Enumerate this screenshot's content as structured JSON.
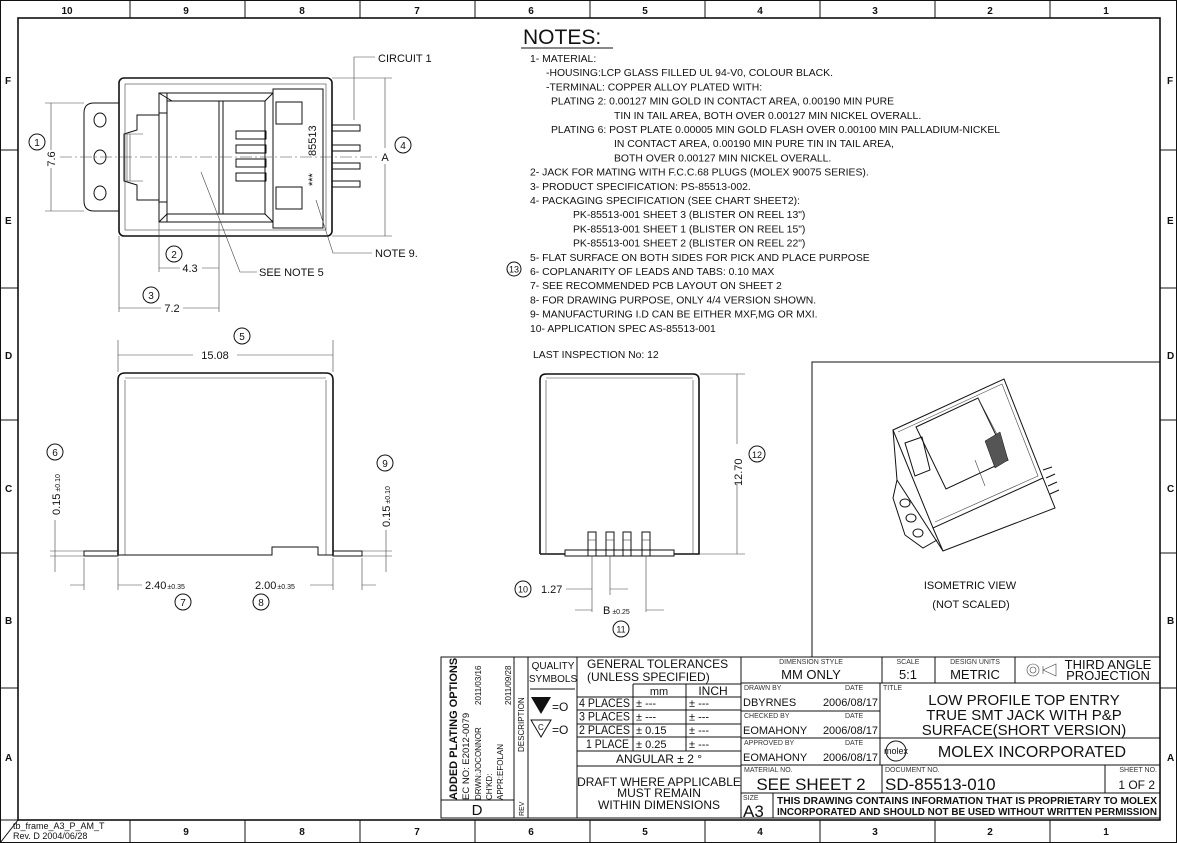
{
  "frame": {
    "top_zones": [
      "10",
      "9",
      "8",
      "7",
      "6",
      "5",
      "4",
      "3",
      "2",
      "1"
    ],
    "bottom_zones": [
      "9",
      "8",
      "7",
      "6",
      "5",
      "4",
      "3",
      "2",
      "1"
    ],
    "row_letters": [
      "F",
      "E",
      "D",
      "C",
      "B",
      "A"
    ],
    "template_name": "tb_frame_A3_P_AM_T",
    "template_rev": "Rev. D 2004/06/28"
  },
  "notes": {
    "title": "NOTES:",
    "lines": [
      "1- MATERIAL:",
      "-HOUSING:LCP GLASS FILLED UL 94-V0, COLOUR BLACK.",
      "-TERMINAL: COPPER ALLOY PLATED WITH:",
      "PLATING 2: 0.00127 MIN GOLD IN CONTACT AREA, 0.00190 MIN PURE",
      "TIN IN TAIL AREA, BOTH OVER 0.00127 MIN NICKEL OVERALL.",
      "PLATING 6: POST PLATE 0.00005 MIN GOLD FLASH OVER 0.00100 MIN PALLADIUM-NICKEL",
      "IN CONTACT AREA, 0.00190 MIN PURE TIN IN TAIL AREA,",
      "BOTH OVER 0.00127 MIN NICKEL OVERALL.",
      "2- JACK FOR MATING WITH F.C.C.68 PLUGS (MOLEX 90075 SERIES).",
      "3- PRODUCT SPECIFICATION: PS-85513-002.",
      "4- PACKAGING SPECIFICATION (SEE CHART SHEET2):",
      "PK-85513-001 SHEET 3 (BLISTER ON REEL 13\")",
      "PK-85513-001 SHEET 1 (BLISTER ON REEL 15\")",
      "PK-85513-001 SHEET 2 (BLISTER ON REEL 22\")",
      "5- FLAT SURFACE ON BOTH SIDES FOR PICK AND PLACE PURPOSE",
      "6- COPLANARITY OF LEADS AND TABS: 0.10 MAX",
      "7- SEE RECOMMENDED PCB LAYOUT ON SHEET 2",
      "8- FOR DRAWING PURPOSE, ONLY 4/4 VERSION SHOWN.",
      "9- MANUFACTURING I.D CAN BE EITHER MXF,MG OR MXI.",
      "10- APPLICATION SPEC AS-85513-001"
    ],
    "note6_balloon": "13",
    "last_inspection": "LAST INSPECTION No: 12"
  },
  "top_view": {
    "circuit_label": "CIRCUIT 1",
    "note9_label": "NOTE 9.",
    "see_note5_label": "SEE NOTE 5",
    "part_marking": "85513",
    "id_marking": "***",
    "dim_height": "7.6",
    "balloon_height": "1",
    "dim_a": "A",
    "balloon_a": "4",
    "dim_4_3": "4.3",
    "balloon_4_3": "2",
    "dim_7_2": "7.2",
    "balloon_7_2": "3"
  },
  "front_view": {
    "dim_width": "15.08",
    "balloon_width": "5",
    "dim_left_tab": "0.15",
    "dim_left_tab_tol": "±0.10",
    "balloon_left_tab": "6",
    "dim_right_tab": "0.15",
    "dim_right_tab_tol": "±0.10",
    "balloon_right_tab": "9",
    "dim_left_len": "2.40",
    "dim_left_len_tol": "±0.35",
    "balloon_left_len": "7",
    "dim_right_len": "2.00",
    "dim_right_len_tol": "±0.35",
    "balloon_right_len": "8"
  },
  "side_view": {
    "dim_height": "12.70",
    "balloon_height": "12",
    "dim_pitch": "1.27",
    "balloon_pitch": "10",
    "dim_b": "B",
    "dim_b_tol": "±0.25",
    "balloon_b": "11"
  },
  "iso_view": {
    "label": "ISOMETRIC VIEW",
    "sublabel": "(NOT SCALED)"
  },
  "title_block": {
    "revision": {
      "description": "ADDED PLATING OPTIONS",
      "ec_no": "EC NO: E2012-0079",
      "drawn": "DRWN:JOCONNOR",
      "drawn_date": "2011/03/16",
      "checked": "CH'KD:",
      "approved": "APPR:EFOLAN",
      "approved_date": "2011/09/28",
      "description_label": "DESCRIPTION",
      "rev_label": "REV",
      "rev": "D"
    },
    "quality": {
      "label1": "QUALITY",
      "label2": "SYMBOLS",
      "sym1": "=O",
      "sym2": "=O",
      "c": "C"
    },
    "tolerances": {
      "title1": "GENERAL TOLERANCES",
      "title2": "(UNLESS SPECIFIED)",
      "col_mm": "mm",
      "col_inch": "INCH",
      "rows": [
        {
          "label": "4 PLACES",
          "mm": "± ---",
          "inch": "± ---"
        },
        {
          "label": "3 PLACES",
          "mm": "± ---",
          "inch": "± ---"
        },
        {
          "label": "2 PLACES",
          "mm": "± 0.15",
          "inch": "± ---"
        },
        {
          "label": "1 PLACE",
          "mm": "± 0.25",
          "inch": "± ---"
        }
      ],
      "angular": "ANGULAR ± 2 °",
      "draft1": "DRAFT WHERE APPLICABLE",
      "draft2": "MUST REMAIN",
      "draft3": "WITHIN DIMENSIONS"
    },
    "dimension_style_label": "DIMENSION STYLE",
    "dimension_style": "MM ONLY",
    "scale_label": "SCALE",
    "scale": "5:1",
    "units_label": "DESIGN UNITS",
    "units": "METRIC",
    "projection1": "THIRD ANGLE",
    "projection2": "PROJECTION",
    "drawn_by_label": "DRAWN BY",
    "drawn_by": "DBYRNES",
    "drawn_date": "2006/08/17",
    "checked_by_label": "CHECKED BY",
    "checked_by": "EOMAHONY",
    "checked_date": "2006/08/17",
    "approved_by_label": "APPROVED BY",
    "approved_by": "EOMAHONY",
    "approved_date": "2006/08/17",
    "date_label": "DATE",
    "title_label": "TITLE",
    "title1": "LOW PROFILE TOP ENTRY",
    "title2": "TRUE SMT JACK WITH P&P",
    "title3": "SURFACE(SHORT VERSION)",
    "logo": "molex",
    "company": "MOLEX INCORPORATED",
    "material_label": "MATERIAL NO.",
    "material": "SEE SHEET 2",
    "document_label": "DOCUMENT NO.",
    "document": "SD-85513-010",
    "sheet_label": "SHEET NO.",
    "sheet": "1 OF 2",
    "size_label": "SIZE",
    "size": "A3",
    "proprietary1": "THIS DRAWING CONTAINS INFORMATION THAT IS PROPRIETARY TO MOLEX",
    "proprietary2": "INCORPORATED AND SHOULD NOT BE USED WITHOUT WRITTEN PERMISSION"
  }
}
